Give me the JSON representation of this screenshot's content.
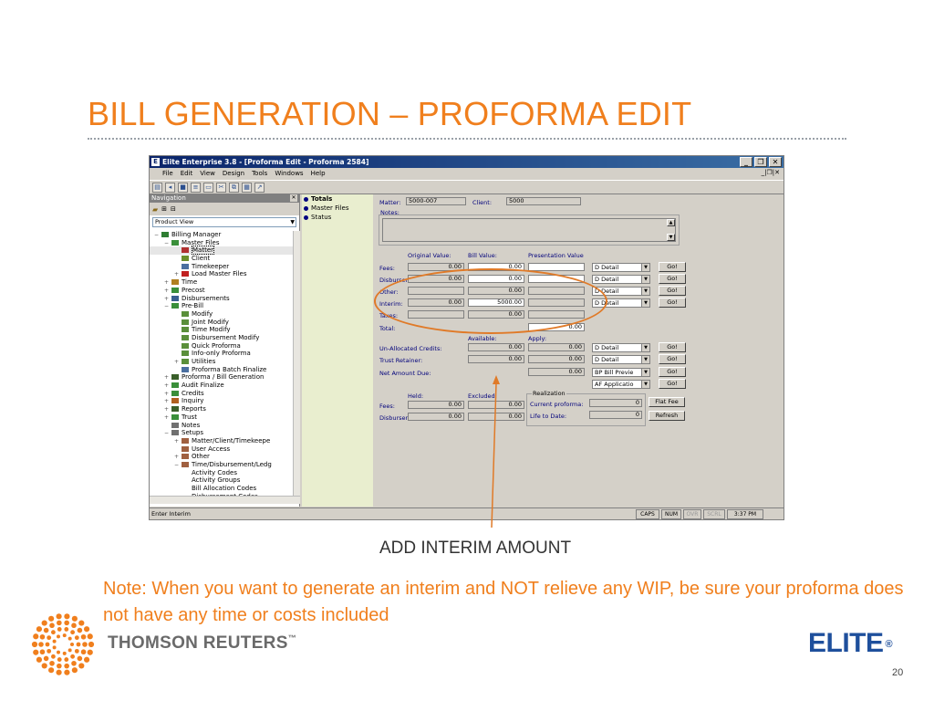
{
  "slide": {
    "title": "BILL GENERATION – PROFORMA EDIT",
    "caption": "ADD INTERIM AMOUNT",
    "note": "Note: When you want to generate an interim and NOT relieve any WIP, be sure your proforma does not have any time or costs included",
    "brand_left": "THOMSON REUTERS",
    "brand_left_tm": "™",
    "brand_right": "ELITE",
    "brand_right_reg": "®",
    "page_number": "20",
    "accent_color": "#f07f1d",
    "elite_color": "#1e4f9c"
  },
  "app": {
    "title": "Elite Enterprise 3.8 - [Proforma Edit - Proforma 2584]",
    "icon_letter": "E",
    "menu": [
      "File",
      "Edit",
      "View",
      "Design",
      "Tools",
      "Windows",
      "Help"
    ],
    "window_buttons": [
      "_",
      "❐",
      "✕"
    ],
    "mdi_buttons": "_|❐|✕"
  },
  "navigation": {
    "header": "Navigation",
    "close": "✕",
    "view_select": "Product View",
    "tree": [
      {
        "label": "Billing Manager",
        "level": 0,
        "pm": "−",
        "icon": "#2e7d32"
      },
      {
        "label": "Master Files",
        "level": 1,
        "pm": "−",
        "icon": "#3a8f3a"
      },
      {
        "label": "Matter",
        "level": 2,
        "pm": "",
        "icon": "#b03030",
        "selected": true
      },
      {
        "label": "Client",
        "level": 2,
        "pm": "",
        "icon": "#6a8f2a"
      },
      {
        "label": "Timekeeper",
        "level": 2,
        "pm": "",
        "icon": "#4a6fa0"
      },
      {
        "label": "Load Master Files",
        "level": 2,
        "pm": "+",
        "icon": "#c02020"
      },
      {
        "label": "Time",
        "level": 1,
        "pm": "+",
        "icon": "#b08020"
      },
      {
        "label": "Precost",
        "level": 1,
        "pm": "+",
        "icon": "#3a8f3a"
      },
      {
        "label": "Disbursements",
        "level": 1,
        "pm": "+",
        "icon": "#3a5f8f"
      },
      {
        "label": "Pre-Bill",
        "level": 1,
        "pm": "−",
        "icon": "#3a8f3a"
      },
      {
        "label": "Modify",
        "level": 2,
        "pm": "",
        "icon": "#5a8f3a"
      },
      {
        "label": "Joint Modify",
        "level": 2,
        "pm": "",
        "icon": "#5a8f3a"
      },
      {
        "label": "Time Modify",
        "level": 2,
        "pm": "",
        "icon": "#5a8f3a"
      },
      {
        "label": "Disbursement Modify",
        "level": 2,
        "pm": "",
        "icon": "#5a8f3a"
      },
      {
        "label": "Quick Proforma",
        "level": 2,
        "pm": "",
        "icon": "#5a8f3a"
      },
      {
        "label": "Info-only Proforma",
        "level": 2,
        "pm": "",
        "icon": "#5a8f3a"
      },
      {
        "label": "Utilities",
        "level": 2,
        "pm": "+",
        "icon": "#5a8f3a"
      },
      {
        "label": "Proforma Batch Finalize",
        "level": 2,
        "pm": "",
        "icon": "#4a6fa0"
      },
      {
        "label": "Proforma / Bill Generation",
        "level": 1,
        "pm": "+",
        "icon": "#3a5f2a"
      },
      {
        "label": "Audit Finalize",
        "level": 1,
        "pm": "+",
        "icon": "#3a8f3a"
      },
      {
        "label": "Credits",
        "level": 1,
        "pm": "+",
        "icon": "#3a8f3a"
      },
      {
        "label": "Inquiry",
        "level": 1,
        "pm": "+",
        "icon": "#b06020"
      },
      {
        "label": "Reports",
        "level": 1,
        "pm": "+",
        "icon": "#3a5f2a"
      },
      {
        "label": "Trust",
        "level": 1,
        "pm": "+",
        "icon": "#3a8f3a"
      },
      {
        "label": "Notes",
        "level": 1,
        "pm": "",
        "icon": "#707070"
      },
      {
        "label": "Setups",
        "level": 1,
        "pm": "−",
        "icon": "#707070"
      },
      {
        "label": "Matter/Client/Timekeepe",
        "level": 2,
        "pm": "+",
        "icon": "#a06040"
      },
      {
        "label": "User Access",
        "level": 2,
        "pm": "",
        "icon": "#a06040"
      },
      {
        "label": "Other",
        "level": 2,
        "pm": "+",
        "icon": "#a06040"
      },
      {
        "label": "Time/Disbursement/Ledg",
        "level": 2,
        "pm": "−",
        "icon": "#a06040"
      },
      {
        "label": "Activity Codes",
        "level": 3,
        "pm": "",
        "icon": ""
      },
      {
        "label": "Activity Groups",
        "level": 3,
        "pm": "",
        "icon": ""
      },
      {
        "label": "Bill Allocation Codes",
        "level": 3,
        "pm": "",
        "icon": ""
      },
      {
        "label": "Disbursement Codes",
        "level": 3,
        "pm": "",
        "icon": ""
      }
    ]
  },
  "side_panel": [
    "Totals",
    "Master Files",
    "Status"
  ],
  "form": {
    "matter_label": "Matter:",
    "matter": "5000-007",
    "client_label": "Client:",
    "client": "5000",
    "notes_label": "Notes:",
    "col_original": "Original Value:",
    "col_bill": "Bill Value:",
    "col_presentation": "Presentation Value",
    "rows": [
      {
        "label": "Fees:",
        "original": "0.00",
        "bill": "0.00",
        "dd": "D    Detail",
        "go": "Go!"
      },
      {
        "label": "Disbursem",
        "original": "0.00",
        "bill": "0.00",
        "dd": "D    Detail",
        "go": "Go!"
      },
      {
        "label": "Other:",
        "original": "",
        "bill": "0.00",
        "dd": "D  Detail",
        "go": "Go!"
      },
      {
        "label": "Interim:",
        "original": "0.00",
        "bill": "5000.00",
        "dd": "D  Detail",
        "go": "Go!"
      },
      {
        "label": "Taxes:",
        "original": "",
        "bill": "0.00",
        "dd": "",
        "go": ""
      }
    ],
    "total_label": "Total:",
    "total": "0.00",
    "col_available": "Available:",
    "col_apply": "Apply:",
    "unalloc_label": "Un-Allocated Credits:",
    "unalloc_avail": "0.00",
    "unalloc_apply": "0.00",
    "unalloc_dd": "D  Detail",
    "trust_label": "Trust Retainer:",
    "trust_avail": "0.00",
    "trust_apply": "0.00",
    "trust_dd": "D  Detail",
    "net_label": "Net Amount Due:",
    "net": "0.00",
    "net_dd": "BP  Bill Previe",
    "af_dd": "AF  Applicatio",
    "go": "Go!",
    "col_held": "Held:",
    "col_excluded": "Excluded:",
    "held_fees_label": "Fees:",
    "held_fees": "0.00",
    "excl_fees": "0.00",
    "held_disb_label": "Disbursen",
    "held_disb": "0.00",
    "excl_disb": "0.00",
    "realization_label": "Realization",
    "current_proforma_label": "Current proforma:",
    "current_proforma": "0",
    "life_to_date_label": "Life to Date:",
    "life_to_date": "0",
    "flat_fee_btn": "Flat Fee",
    "refresh_btn": "Refresh"
  },
  "statusbar": {
    "text": "Enter Interim",
    "panels": [
      "CAPS",
      "NUM",
      "OVR",
      "SCRL",
      "3:37 PM"
    ]
  },
  "annotation_color": "#e07a28"
}
